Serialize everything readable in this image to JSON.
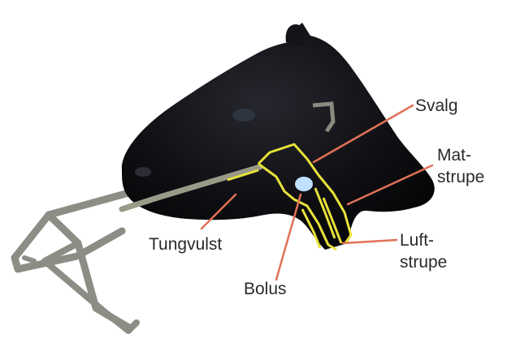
{
  "labels": {
    "svalg": "Svalg",
    "matstrupe_1": "Mat-",
    "matstrupe_2": "strupe",
    "luftstrupe_1": "Luft-",
    "luftstrupe_2": "strupe",
    "tungvulst": "Tungvulst",
    "bolus": "Bolus"
  },
  "colors": {
    "head": "#0c0c10",
    "highlight": "#e8e23a",
    "leader": "#e07258",
    "bolus": "#bfe0ff",
    "frame": "#8c8e86",
    "label_text": "#2a2a2a"
  }
}
